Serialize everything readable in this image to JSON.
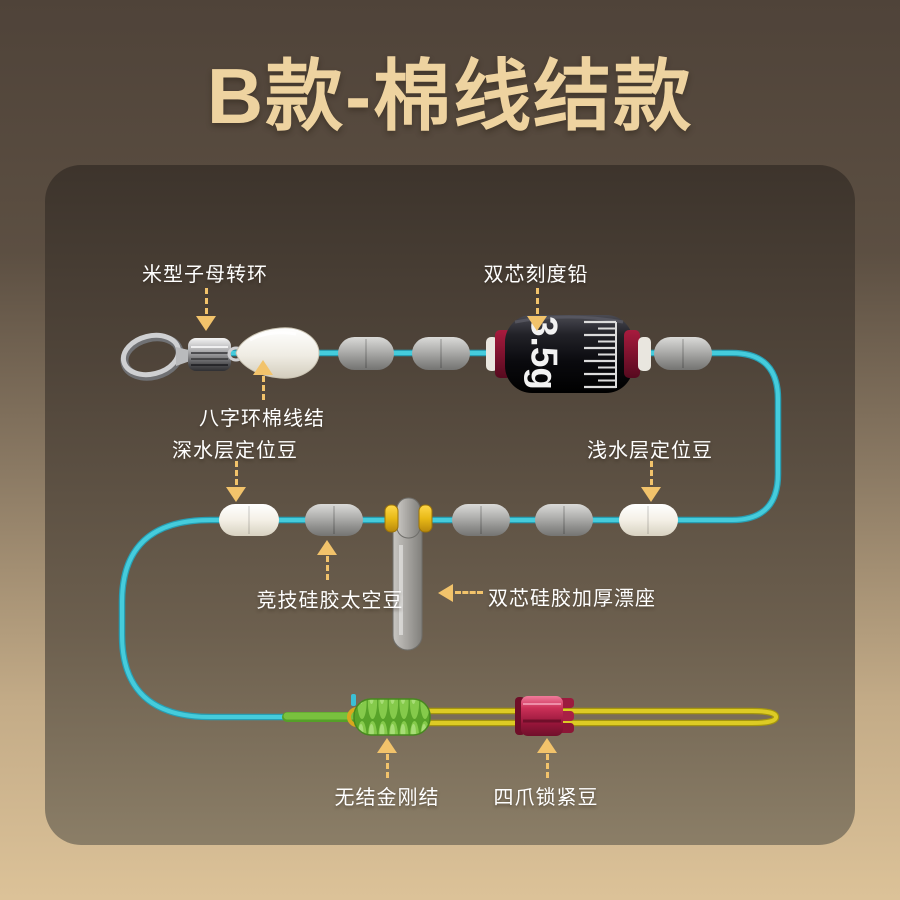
{
  "title": "B款-棉线结款",
  "diagram": {
    "lead_weight_label": "3.5g",
    "labels": {
      "swivel": "米型子母转环",
      "cotton_knot": "八字环棉线结",
      "scale_lead": "双芯刻度铅",
      "deep_water_bead": "深水层定位豆",
      "shallow_water_bead": "浅水层定位豆",
      "space_bean": "竞技硅胶太空豆",
      "float_seat": "双芯硅胶加厚漂座",
      "diamond_knot": "无结金刚结",
      "lock_bead": "四爪锁紧豆"
    }
  },
  "colors": {
    "title_gold": "#eed3a0",
    "arrow_accent": "#f2c36b",
    "label_text": "#ffffff",
    "main_line_cyan": "#45ccdc",
    "braid_green": "#79c13e",
    "loop_line_yellow": "#d6c41d",
    "lock_bead_red": "#c32a52",
    "lead_body_black": "#0a0a0e",
    "float_seat_ring_gold": "#f2c71c"
  }
}
